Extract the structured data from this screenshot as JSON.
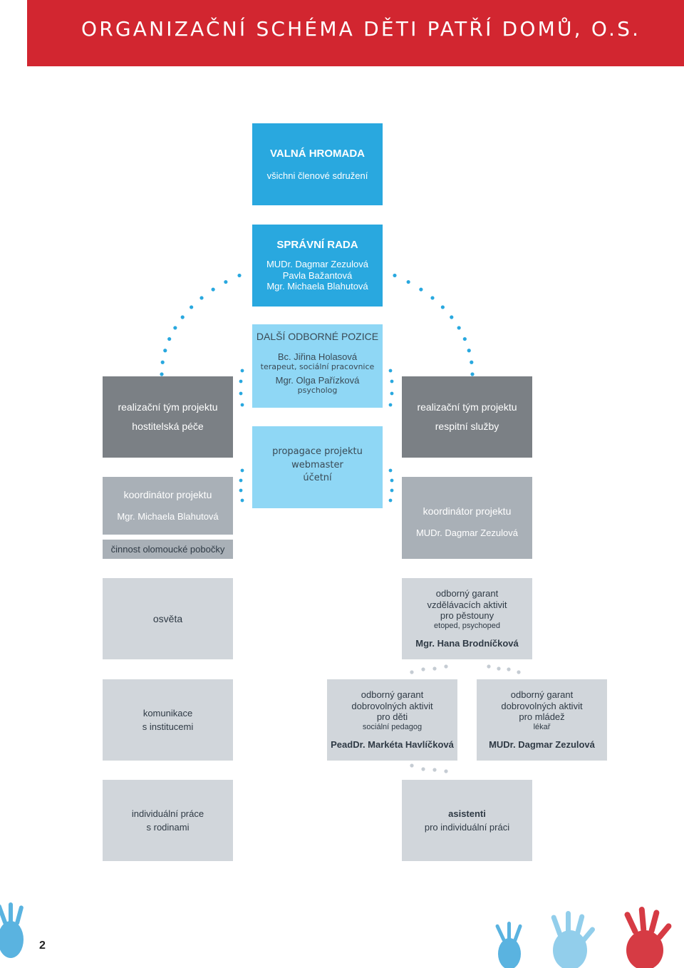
{
  "title": "ORGANIZAČNÍ SCHÉMA DĚTI PATŘÍ DOMŮ, O.S.",
  "valna": {
    "heading": "VALNÁ HROMADA",
    "sub": "všichni členové sdružení"
  },
  "rada": {
    "heading": "SPRÁVNÍ RADA",
    "members": [
      "MUDr. Dagmar Zezulová",
      "Pavla Bažantová",
      "Mgr. Michaela Blahutová"
    ]
  },
  "dalsi": {
    "heading": "DALŠÍ ODBORNÉ POZICE",
    "name1": "Bc. Jiřina Holasová",
    "role1": "terapeut, sociální pracovnice",
    "name2": "Mgr. Olga Pařízková",
    "role2": "psycholog"
  },
  "propagace": {
    "lines": [
      "propagace projektu",
      "webmaster",
      "účetní"
    ]
  },
  "tym_left": {
    "line1": "realizační tým projektu",
    "line2": "hostitelská péče"
  },
  "tym_right": {
    "line1": "realizační tým projektu",
    "line2": "respitní služby"
  },
  "koord_left": {
    "heading": "koordinátor projektu",
    "name": "Mgr. Michaela Blahutová"
  },
  "koord_right": {
    "heading": "koordinátor projektu",
    "name": "MUDr. Dagmar Zezulová"
  },
  "pobocka": "činnost olomoucké pobočky",
  "osveta": "osvěta",
  "garant_pestouny": {
    "lines": [
      "odborný garant",
      "vzdělávacích aktivit",
      "pro pěstouny"
    ],
    "role": "etoped, psychoped",
    "name": "Mgr. Hana Brodníčková"
  },
  "komunikace": {
    "lines": [
      "komunikace",
      "s institucemi"
    ]
  },
  "garant_deti": {
    "lines": [
      "odborný garant",
      "dobrovolných aktivit",
      "pro děti"
    ],
    "role": "sociální pedagog",
    "name": "PeadDr. Markéta Havlíčková"
  },
  "garant_mladez": {
    "lines": [
      "odborný garant",
      "dobrovolných aktivit",
      "pro mládež"
    ],
    "role": "lékař",
    "name": "MUDr. Dagmar Zezulová"
  },
  "individualni": {
    "lines": [
      "individuální práce",
      "s rodinami"
    ]
  },
  "asistenti": {
    "heading": "asistenti",
    "sub": "pro individuální práci"
  },
  "page_number": "2",
  "colors": {
    "red": "#d22630",
    "blue": "#29a8df",
    "light_blue": "#8fd7f5",
    "dark_gray": "#7b8085",
    "mid_gray": "#a9b0b7",
    "light_gray": "#d1d6db"
  }
}
